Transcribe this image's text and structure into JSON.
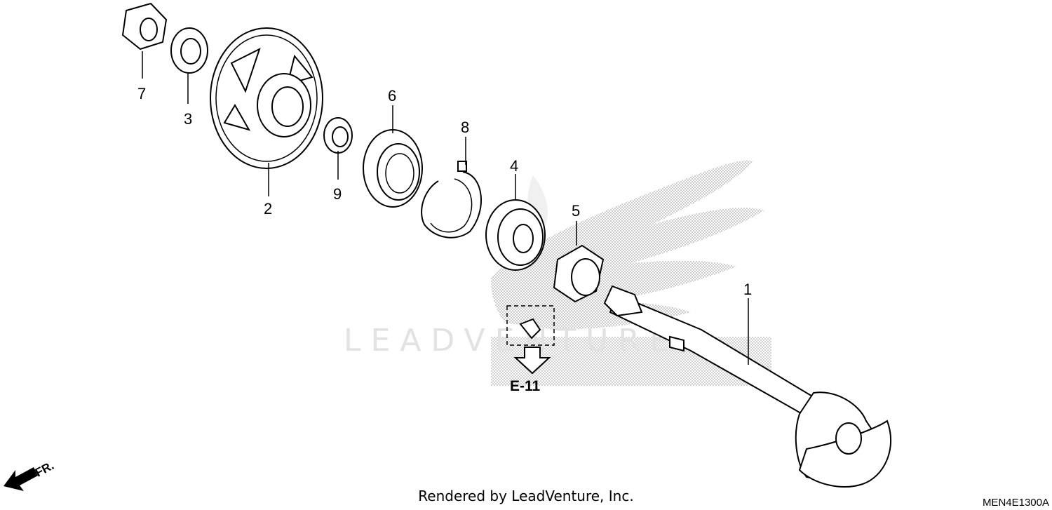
{
  "diagram": {
    "callouts": [
      {
        "id": "1",
        "label": "1"
      },
      {
        "id": "2",
        "label": "2"
      },
      {
        "id": "3",
        "label": "3"
      },
      {
        "id": "4",
        "label": "4"
      },
      {
        "id": "5",
        "label": "5"
      },
      {
        "id": "6",
        "label": "6"
      },
      {
        "id": "7",
        "label": "7"
      },
      {
        "id": "8",
        "label": "8"
      },
      {
        "id": "9",
        "label": "9"
      }
    ],
    "reference_label": "E-11",
    "direction_label": "FR.",
    "watermark": "LEADVENTURE"
  },
  "footer": {
    "rendered_by": "Rendered by LeadVenture, Inc.",
    "diagram_code": "MEN4E1300A"
  }
}
